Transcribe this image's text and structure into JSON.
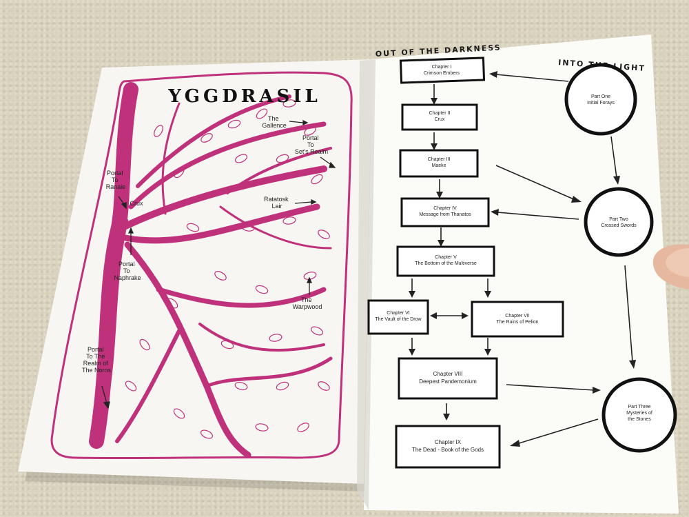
{
  "left_page": {
    "title": "YGGDRASIL",
    "labels": [
      {
        "lines": [
          "The",
          "Gallence"
        ]
      },
      {
        "lines": [
          "Portal",
          "To",
          "Set's Realm"
        ]
      },
      {
        "lines": [
          "Portal",
          "To",
          "Ranaie"
        ]
      },
      {
        "lines": [
          "Crux"
        ]
      },
      {
        "lines": [
          "Ratatosk",
          "Lair"
        ]
      },
      {
        "lines": [
          "Portal",
          "To",
          "Naphrake"
        ]
      },
      {
        "lines": [
          "The",
          "Warpwood"
        ]
      },
      {
        "lines": [
          "Portal",
          "To The",
          "Realm of",
          "The Norns"
        ]
      }
    ]
  },
  "right_page": {
    "header_left": "OUT OF THE DARKNESS",
    "header_right": "INTO THE LIGHT",
    "chapters": [
      {
        "lines": [
          "Chapter I",
          "Crimson Embers"
        ]
      },
      {
        "lines": [
          "Chapter II",
          "Crux"
        ]
      },
      {
        "lines": [
          "Chapter III",
          "Maeke"
        ]
      },
      {
        "lines": [
          "Chapter IV",
          "Message from Thanatos"
        ]
      },
      {
        "lines": [
          "Chapter V",
          "The Bottom of the Multiverse"
        ]
      },
      {
        "lines": [
          "Chapter VI",
          "The Vault of the Drow"
        ]
      },
      {
        "lines": [
          "Chapter VII",
          "The Ruins of Pelion"
        ]
      },
      {
        "lines": [
          "Chapter VIII",
          "Deepest Pandemonium"
        ]
      },
      {
        "lines": [
          "Chapter IX",
          "The Dead - Book of the Gods"
        ]
      }
    ],
    "parts": [
      {
        "lines": [
          "Part One",
          "Initial Forays"
        ]
      },
      {
        "lines": [
          "Part Two",
          "Crossed Swords"
        ]
      },
      {
        "lines": [
          "Part Three",
          "Mysteries of",
          "the Stones"
        ]
      }
    ]
  }
}
